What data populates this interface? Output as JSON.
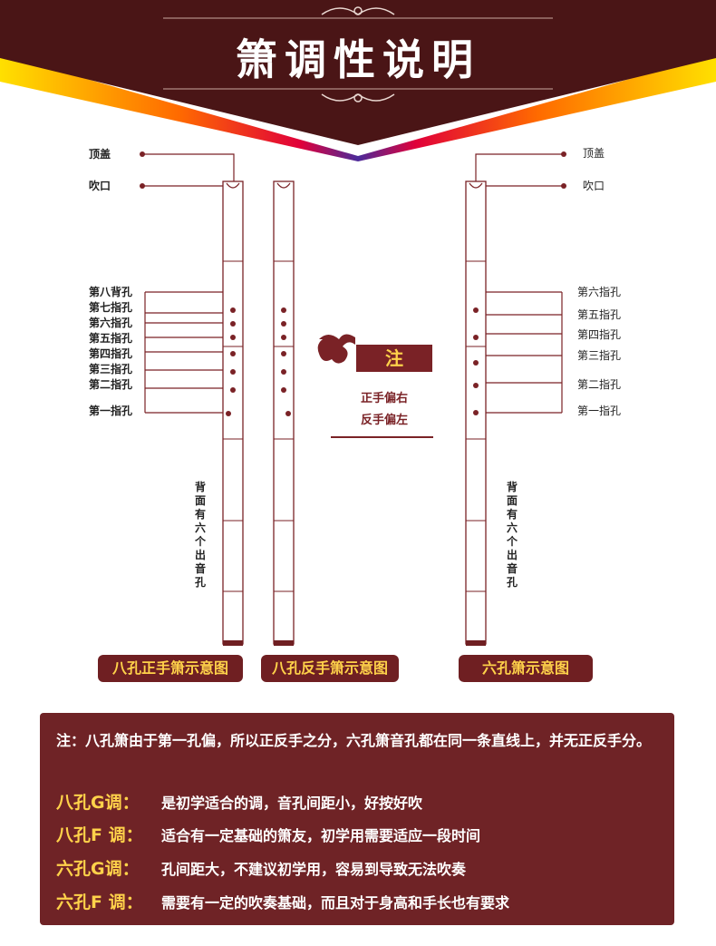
{
  "title": "箫调性说明",
  "flute1": {
    "top_labels": [
      "顶盖",
      "吹口"
    ],
    "hole_labels": [
      "第八背孔",
      "第七指孔",
      "第六指孔",
      "第五指孔",
      "第四指孔",
      "第三指孔",
      "第二指孔",
      "第一指孔"
    ],
    "back_text": "背面有六个出音孔",
    "caption": "八孔正手箫示意图"
  },
  "flute2": {
    "caption": "八孔反手箫示意图"
  },
  "flute3": {
    "top_labels": [
      "顶盖",
      "吹口"
    ],
    "hole_labels": [
      "第六指孔",
      "第五指孔",
      "第四指孔",
      "第三指孔",
      "第二指孔",
      "第一指孔"
    ],
    "back_text": "背面有六个出音孔",
    "caption": "六孔箫示意图"
  },
  "note_panel": {
    "badge": "注",
    "lines": [
      "正手偏右",
      "反手偏左"
    ]
  },
  "notes": {
    "intro": "注：八孔箫由于第一孔偏，所以正反手之分，六孔箫音孔都在同一条直线上，并无正反手分。",
    "rows": [
      {
        "key": "八孔G调：",
        "text": "是初学适合的调，音孔间距小，好按好吹"
      },
      {
        "key": "八孔F 调：",
        "text": "适合有一定基础的箫友，初学用需要适应一段时间"
      },
      {
        "key": "六孔G调：",
        "text": "孔间距大，不建议初学用，容易到导致无法吹奏"
      },
      {
        "key": "六孔F 调：",
        "text": "需要有一定的吹奏基础，而且对于身高和手长也有要求"
      }
    ]
  },
  "colors": {
    "maroon": "#6f1f22",
    "gold": "#ffd24a",
    "banner_dark": "#4a1516"
  }
}
